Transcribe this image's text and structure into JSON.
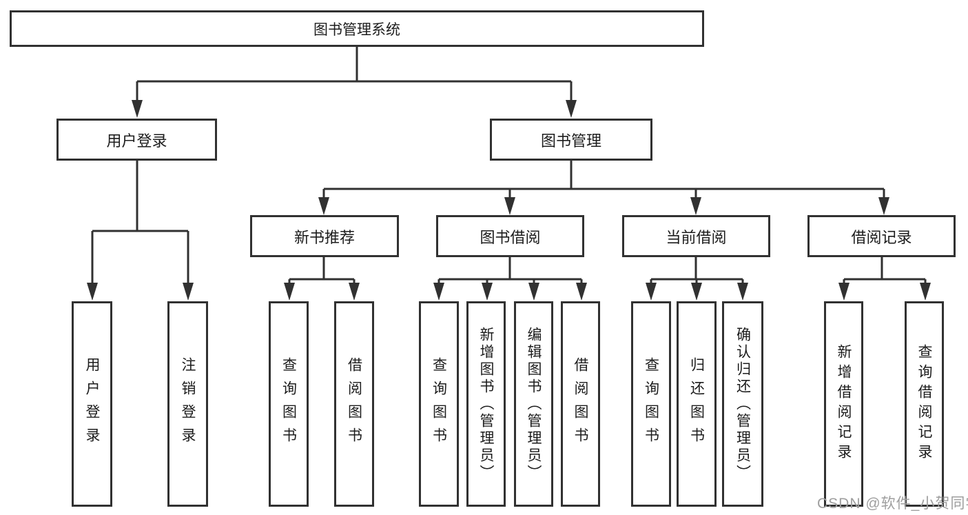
{
  "diagram": {
    "title": "图书管理系统",
    "tree": {
      "root": {
        "label": "图书管理系统"
      },
      "branches": [
        {
          "label": "用户登录",
          "children": [
            "用户登录",
            "注销登录"
          ]
        },
        {
          "label": "图书管理",
          "groups": [
            {
              "label": "新书推荐",
              "children": [
                "查询图书",
                "借阅图书"
              ]
            },
            {
              "label": "图书借阅",
              "children": [
                "查询图书",
                "新增图书（管理员）",
                "编辑图书（管理员）",
                "借阅图书"
              ]
            },
            {
              "label": "当前借阅",
              "children": [
                "查询图书",
                "归还图书",
                "确认归还（管理员）"
              ]
            },
            {
              "label": "借阅记录",
              "children": [
                "新增借阅记录",
                "查询借阅记录"
              ]
            }
          ]
        }
      ]
    },
    "watermark": "CSDN @软件_小贺同学",
    "colors": {
      "line": "#313131",
      "text": "#1c1c1c",
      "watermark": "#9e9e9e",
      "background": "#ffffff"
    }
  }
}
